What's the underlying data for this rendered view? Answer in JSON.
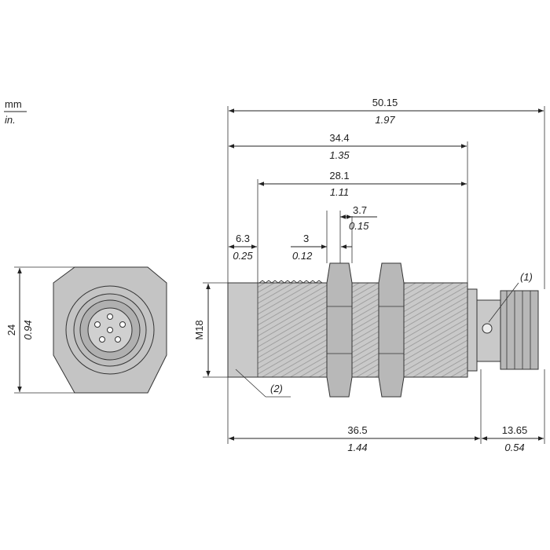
{
  "units": {
    "primary": "mm",
    "secondary": "in."
  },
  "dimensions": {
    "total_length": {
      "mm": "50.15",
      "in": "1.97"
    },
    "body_length": {
      "mm": "34.4",
      "in": "1.35"
    },
    "thread_length": {
      "mm": "28.1",
      "in": "1.11"
    },
    "nut_thickness": {
      "mm": "3.7",
      "in": "0.15"
    },
    "nut_gap": {
      "mm": "3",
      "in": "0.12"
    },
    "front_face": {
      "mm": "6.3",
      "in": "0.25"
    },
    "hex_width": {
      "mm": "24",
      "in": "0.94"
    },
    "thread_size": "M18",
    "bottom_length": {
      "mm": "36.5",
      "in": "1.44"
    },
    "connector_length": {
      "mm": "13.65",
      "in": "0.54"
    }
  },
  "callouts": {
    "c1": "(1)",
    "c2": "(2)"
  },
  "colors": {
    "body": "#c9c9c9",
    "nut": "#b8b8b8",
    "line": "#222222"
  }
}
